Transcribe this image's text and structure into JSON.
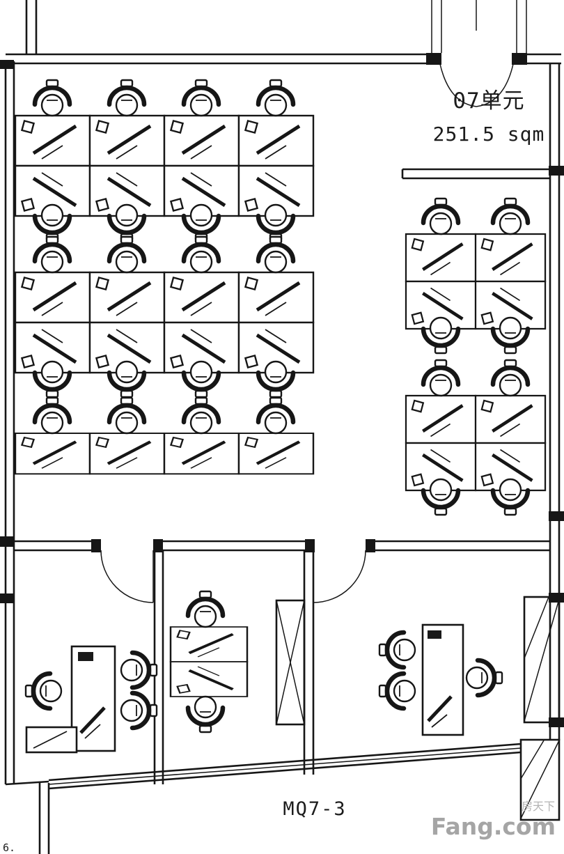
{
  "floorplan": {
    "unit_label": "07单元",
    "area_label": "251.5 sqm",
    "plan_code": "MQ7-3",
    "corner_mark": "6."
  },
  "watermark": {
    "brand_cn": "房天下",
    "brand_en": "Fang.com"
  },
  "colors": {
    "line": "#161616",
    "text": "#1c1c1c",
    "watermark": "#a8a8a8",
    "background": "#ffffff"
  }
}
